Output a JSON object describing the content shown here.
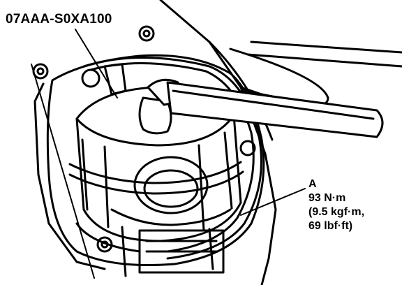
{
  "tool_label": "07AAA-S0XA100",
  "callout": {
    "letter": "A",
    "torque_nm": "93 N·m",
    "torque_kgfm": "(9.5 kgf·m,",
    "torque_lbfft": "69 lbf·ft)"
  },
  "colors": {
    "ink": "#000000",
    "paper": "#ffffff"
  }
}
